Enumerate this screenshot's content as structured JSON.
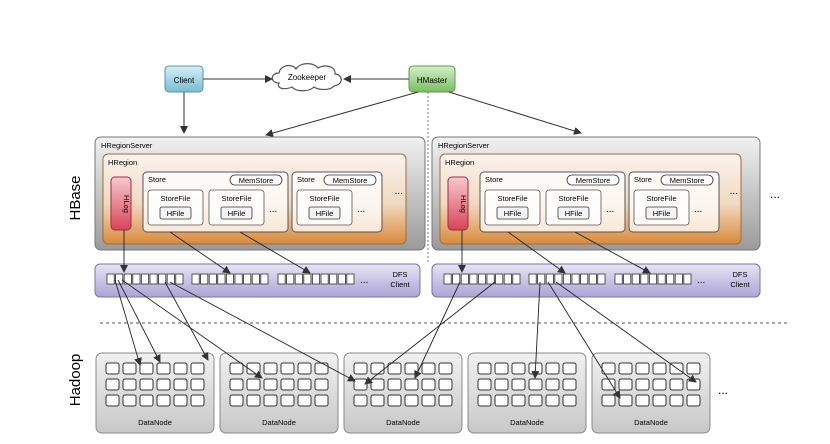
{
  "nodes": {
    "client": "Client",
    "zookeeper": "Zookeeper",
    "hmaster": "HMaster"
  },
  "sections": {
    "hbase": "HBase",
    "hadoop": "Hadoop"
  },
  "region_servers": [
    {
      "title": "HRegionServer",
      "region_title": "HRegion",
      "hlog": "HLog",
      "stores": [
        {
          "store": "Store",
          "memstore": "MemStore",
          "storefiles": [
            {
              "storefile": "StoreFile",
              "hfile": "HFile"
            },
            {
              "storefile": "StoreFile",
              "hfile": "HFile"
            }
          ],
          "more": "..."
        },
        {
          "store": "Store",
          "memstore": "MemStore",
          "storefiles": [
            {
              "storefile": "StoreFile",
              "hfile": "HFile"
            }
          ],
          "more": "..."
        }
      ],
      "region_more": "...",
      "dfs_client": [
        "DFS",
        "Client"
      ],
      "dfs_more": "..."
    },
    {
      "title": "HRegionServer",
      "region_title": "HRegion",
      "hlog": "HLog",
      "stores": [
        {
          "store": "Store",
          "memstore": "MemStore",
          "storefiles": [
            {
              "storefile": "StoreFile",
              "hfile": "HFile"
            },
            {
              "storefile": "StoreFile",
              "hfile": "HFile"
            }
          ],
          "more": "..."
        },
        {
          "store": "Store",
          "memstore": "MemStore",
          "storefiles": [
            {
              "storefile": "StoreFile",
              "hfile": "HFile"
            }
          ],
          "more": "..."
        }
      ],
      "region_more": "...",
      "dfs_client": [
        "DFS",
        "Client"
      ],
      "dfs_more": "..."
    }
  ],
  "servers_more": "...",
  "datanodes": [
    "DataNode",
    "DataNode",
    "DataNode",
    "DataNode",
    "DataNode"
  ],
  "datanodes_more": "...",
  "colors": {
    "client": "#8fc9dd",
    "hmaster": "#8cc97a",
    "hlog": "#d9435a",
    "region_orange": "#d98a3a",
    "dfs": "#b9b3dc",
    "datanode": "#d8d8d8"
  }
}
